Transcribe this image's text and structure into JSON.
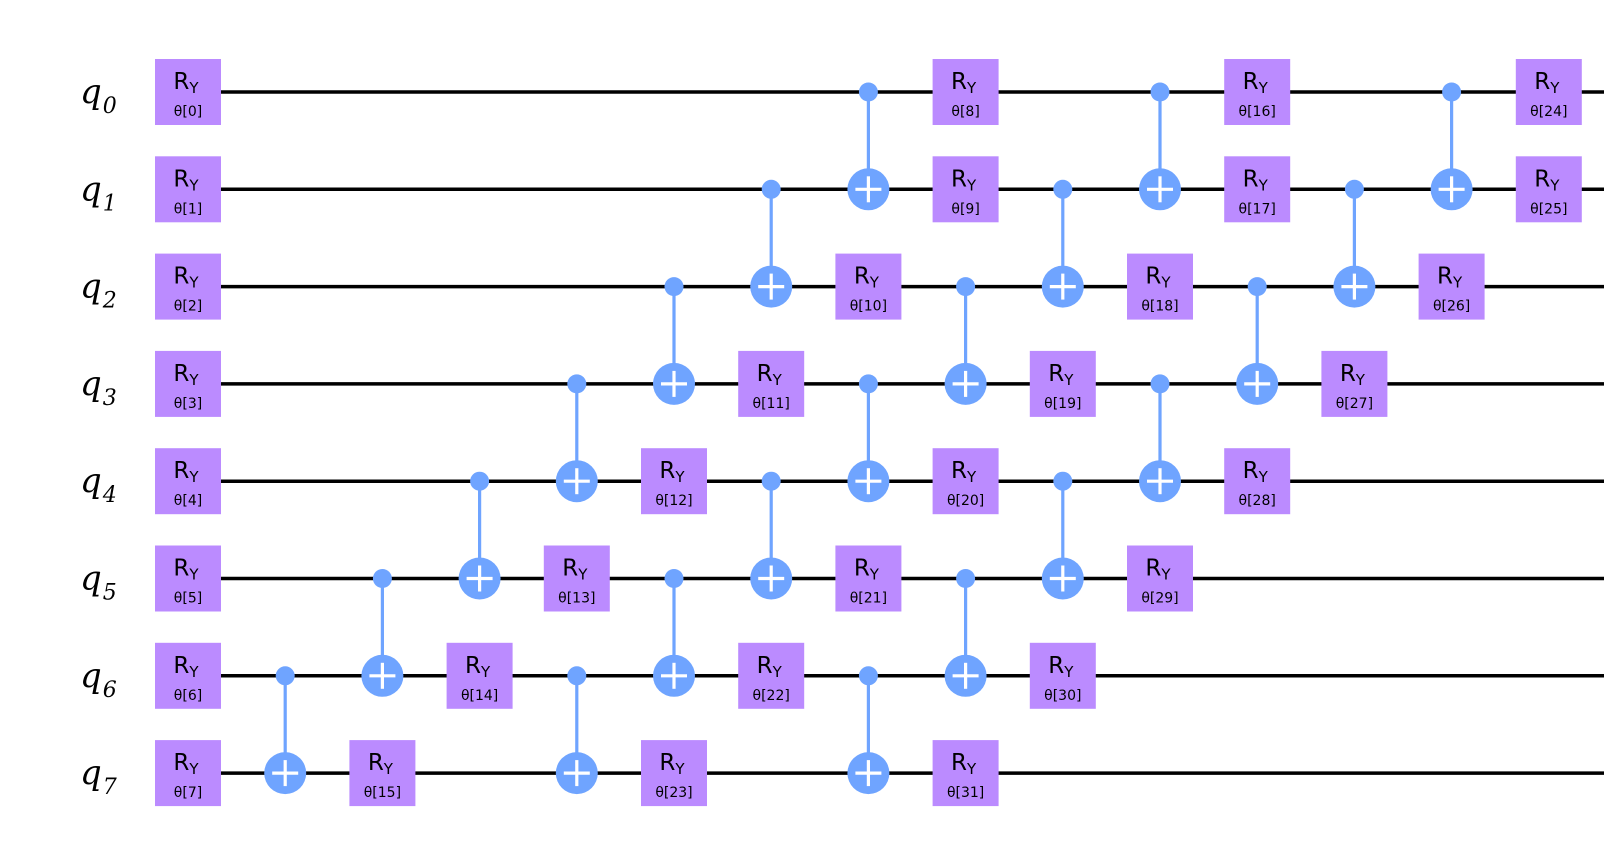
{
  "qubits": [
    {
      "letter": "q",
      "index": "0"
    },
    {
      "letter": "q",
      "index": "1"
    },
    {
      "letter": "q",
      "index": "2"
    },
    {
      "letter": "q",
      "index": "3"
    },
    {
      "letter": "q",
      "index": "4"
    },
    {
      "letter": "q",
      "index": "5"
    },
    {
      "letter": "q",
      "index": "6"
    },
    {
      "letter": "q",
      "index": "7"
    }
  ],
  "gate_label": {
    "main": "R",
    "sub": "Y"
  },
  "colors": {
    "ry_gate": "#bb8bff",
    "cx_gate": "#6fa4ff",
    "wire": "#000000",
    "target_plus": "#ffffff"
  },
  "operations": [
    {
      "type": "ry",
      "qubit": 0,
      "column": 0,
      "param": "θ[0]"
    },
    {
      "type": "ry",
      "qubit": 1,
      "column": 0,
      "param": "θ[1]"
    },
    {
      "type": "ry",
      "qubit": 2,
      "column": 0,
      "param": "θ[2]"
    },
    {
      "type": "ry",
      "qubit": 3,
      "column": 0,
      "param": "θ[3]"
    },
    {
      "type": "ry",
      "qubit": 4,
      "column": 0,
      "param": "θ[4]"
    },
    {
      "type": "ry",
      "qubit": 5,
      "column": 0,
      "param": "θ[5]"
    },
    {
      "type": "ry",
      "qubit": 6,
      "column": 0,
      "param": "θ[6]"
    },
    {
      "type": "ry",
      "qubit": 7,
      "column": 0,
      "param": "θ[7]"
    },
    {
      "type": "cx",
      "control": 6,
      "target": 7,
      "column": 1
    },
    {
      "type": "cx",
      "control": 5,
      "target": 6,
      "column": 2
    },
    {
      "type": "ry",
      "qubit": 7,
      "column": 2,
      "param": "θ[15]"
    },
    {
      "type": "cx",
      "control": 4,
      "target": 5,
      "column": 3
    },
    {
      "type": "ry",
      "qubit": 6,
      "column": 3,
      "param": "θ[14]"
    },
    {
      "type": "cx",
      "control": 3,
      "target": 4,
      "column": 4
    },
    {
      "type": "ry",
      "qubit": 5,
      "column": 4,
      "param": "θ[13]"
    },
    {
      "type": "cx",
      "control": 6,
      "target": 7,
      "column": 4
    },
    {
      "type": "cx",
      "control": 2,
      "target": 3,
      "column": 5
    },
    {
      "type": "ry",
      "qubit": 4,
      "column": 5,
      "param": "θ[12]"
    },
    {
      "type": "cx",
      "control": 5,
      "target": 6,
      "column": 5
    },
    {
      "type": "ry",
      "qubit": 7,
      "column": 5,
      "param": "θ[23]"
    },
    {
      "type": "cx",
      "control": 1,
      "target": 2,
      "column": 6
    },
    {
      "type": "ry",
      "qubit": 3,
      "column": 6,
      "param": "θ[11]"
    },
    {
      "type": "cx",
      "control": 4,
      "target": 5,
      "column": 6
    },
    {
      "type": "ry",
      "qubit": 6,
      "column": 6,
      "param": "θ[22]"
    },
    {
      "type": "cx",
      "control": 0,
      "target": 1,
      "column": 7
    },
    {
      "type": "ry",
      "qubit": 2,
      "column": 7,
      "param": "θ[10]"
    },
    {
      "type": "cx",
      "control": 3,
      "target": 4,
      "column": 7
    },
    {
      "type": "ry",
      "qubit": 5,
      "column": 7,
      "param": "θ[21]"
    },
    {
      "type": "cx",
      "control": 6,
      "target": 7,
      "column": 7
    },
    {
      "type": "ry",
      "qubit": 0,
      "column": 8,
      "param": "θ[8]"
    },
    {
      "type": "ry",
      "qubit": 1,
      "column": 8,
      "param": "θ[9]"
    },
    {
      "type": "cx",
      "control": 2,
      "target": 3,
      "column": 8
    },
    {
      "type": "ry",
      "qubit": 4,
      "column": 8,
      "param": "θ[20]"
    },
    {
      "type": "cx",
      "control": 5,
      "target": 6,
      "column": 8
    },
    {
      "type": "ry",
      "qubit": 7,
      "column": 8,
      "param": "θ[31]"
    },
    {
      "type": "cx",
      "control": 1,
      "target": 2,
      "column": 9
    },
    {
      "type": "ry",
      "qubit": 3,
      "column": 9,
      "param": "θ[19]"
    },
    {
      "type": "cx",
      "control": 4,
      "target": 5,
      "column": 9
    },
    {
      "type": "ry",
      "qubit": 6,
      "column": 9,
      "param": "θ[30]"
    },
    {
      "type": "cx",
      "control": 0,
      "target": 1,
      "column": 10
    },
    {
      "type": "ry",
      "qubit": 2,
      "column": 10,
      "param": "θ[18]"
    },
    {
      "type": "cx",
      "control": 3,
      "target": 4,
      "column": 10
    },
    {
      "type": "ry",
      "qubit": 5,
      "column": 10,
      "param": "θ[29]"
    },
    {
      "type": "ry",
      "qubit": 0,
      "column": 11,
      "param": "θ[16]"
    },
    {
      "type": "ry",
      "qubit": 1,
      "column": 11,
      "param": "θ[17]"
    },
    {
      "type": "cx",
      "control": 2,
      "target": 3,
      "column": 11
    },
    {
      "type": "ry",
      "qubit": 4,
      "column": 11,
      "param": "θ[28]"
    },
    {
      "type": "cx",
      "control": 1,
      "target": 2,
      "column": 12
    },
    {
      "type": "ry",
      "qubit": 3,
      "column": 12,
      "param": "θ[27]"
    },
    {
      "type": "cx",
      "control": 0,
      "target": 1,
      "column": 13
    },
    {
      "type": "ry",
      "qubit": 2,
      "column": 13,
      "param": "θ[26]"
    },
    {
      "type": "ry",
      "qubit": 0,
      "column": 14,
      "param": "θ[24]"
    },
    {
      "type": "ry",
      "qubit": 1,
      "column": 14,
      "param": "θ[25]"
    }
  ]
}
